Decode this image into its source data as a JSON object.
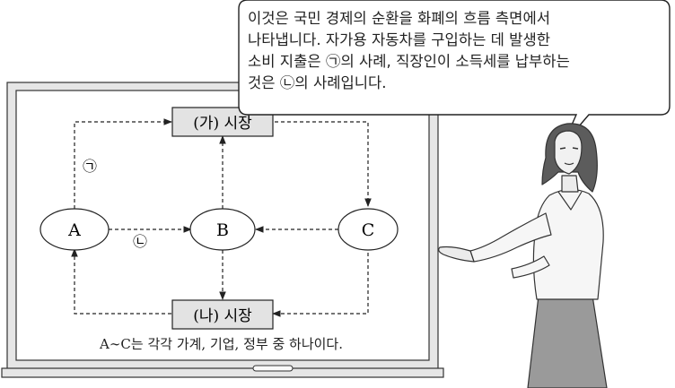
{
  "speech_bubble": {
    "lines": [
      "이것은 국민 경제의 순환을 화폐의 흐름 측면에서",
      "나타냅니다. 자가용 자동차를 구입하는 데 발생한",
      "소비 지출은 ㉠의 사례, 직장인이 소득세를 납부하는",
      "것은 ㉡의 사례입니다."
    ]
  },
  "diagram": {
    "nodes": {
      "a": "A",
      "b": "B",
      "c": "C",
      "market_ga": "(가) 시장",
      "market_na": "(나) 시장"
    },
    "flow_labels": {
      "giyeok": "㉠",
      "nieun": "㉡"
    },
    "caption": "A∼C는 각각 가계, 기업, 정부 중 하나이다."
  }
}
